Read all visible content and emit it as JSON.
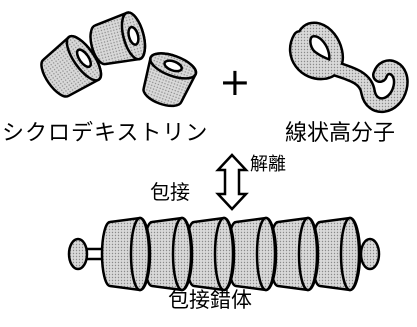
{
  "labels": {
    "cyclodextrin": "シクロデキストリン",
    "plus": "+",
    "linear_polymer": "線状高分子",
    "inclusion": "包接",
    "dissociation": "解離",
    "inclusion_complex": "包接錯体"
  },
  "colors": {
    "ring_fill": "#c8c8c8",
    "stroke": "#000000",
    "background": "#ffffff"
  },
  "icons": {
    "cyclodextrin_rings": "three-ring-icon",
    "polymer": "wavy-polymer-icon",
    "equilibrium_arrow": "double-headed-hollow-arrow-icon",
    "rotaxane": "rotaxane-icon"
  }
}
